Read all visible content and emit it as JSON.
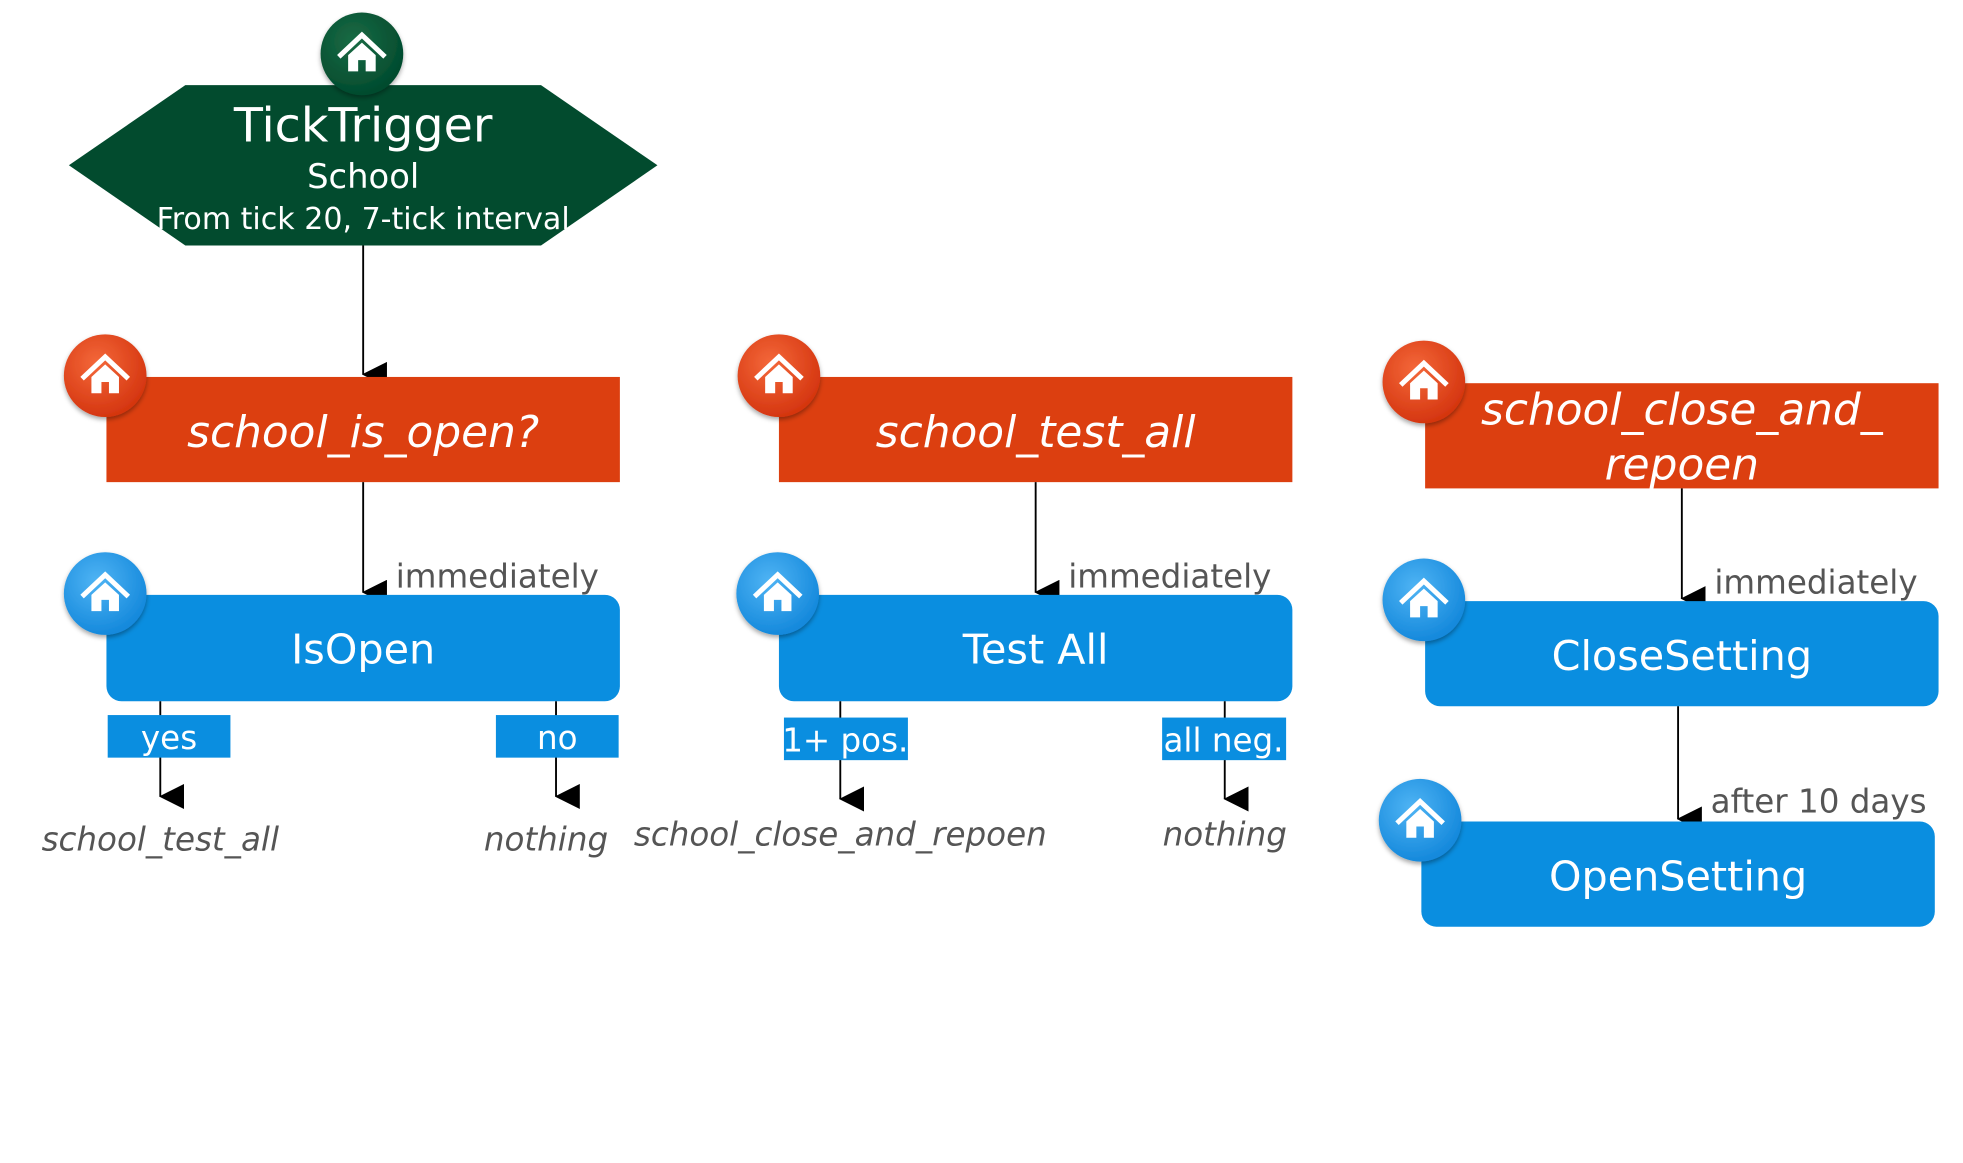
{
  "colors": {
    "trigger": "#024b2e",
    "process": "#dc3f10",
    "action": "#0a8ee0",
    "line": "#000000",
    "edge_text": "#555555"
  },
  "trigger": {
    "icon": "home-icon",
    "title": "TickTrigger",
    "subtitle": "School",
    "detail": "From tick 20, 7-tick interval"
  },
  "columns": [
    {
      "process": {
        "icon": "home-icon",
        "label": "school_is_open?"
      },
      "edge": "immediately",
      "action": {
        "icon": "home-icon",
        "label": "IsOpen"
      },
      "branches": [
        {
          "label": "yes",
          "target": "school_test_all"
        },
        {
          "label": "no",
          "target": "nothing"
        }
      ]
    },
    {
      "process": {
        "icon": "home-icon",
        "label": "school_test_all"
      },
      "edge": "immediately",
      "action": {
        "icon": "home-icon",
        "label": "Test All"
      },
      "branches": [
        {
          "label": "1+ pos.",
          "target": "school_close_and_repoen"
        },
        {
          "label": "all neg.",
          "target": "nothing"
        }
      ]
    },
    {
      "process": {
        "icon": "home-icon",
        "label_line1": "school_close_and_",
        "label_line2": "repoen"
      },
      "edge": "immediately",
      "action": {
        "icon": "home-icon",
        "label": "CloseSetting"
      },
      "edge2": "after 10 days",
      "action2": {
        "icon": "home-icon",
        "label": "OpenSetting"
      }
    }
  ]
}
